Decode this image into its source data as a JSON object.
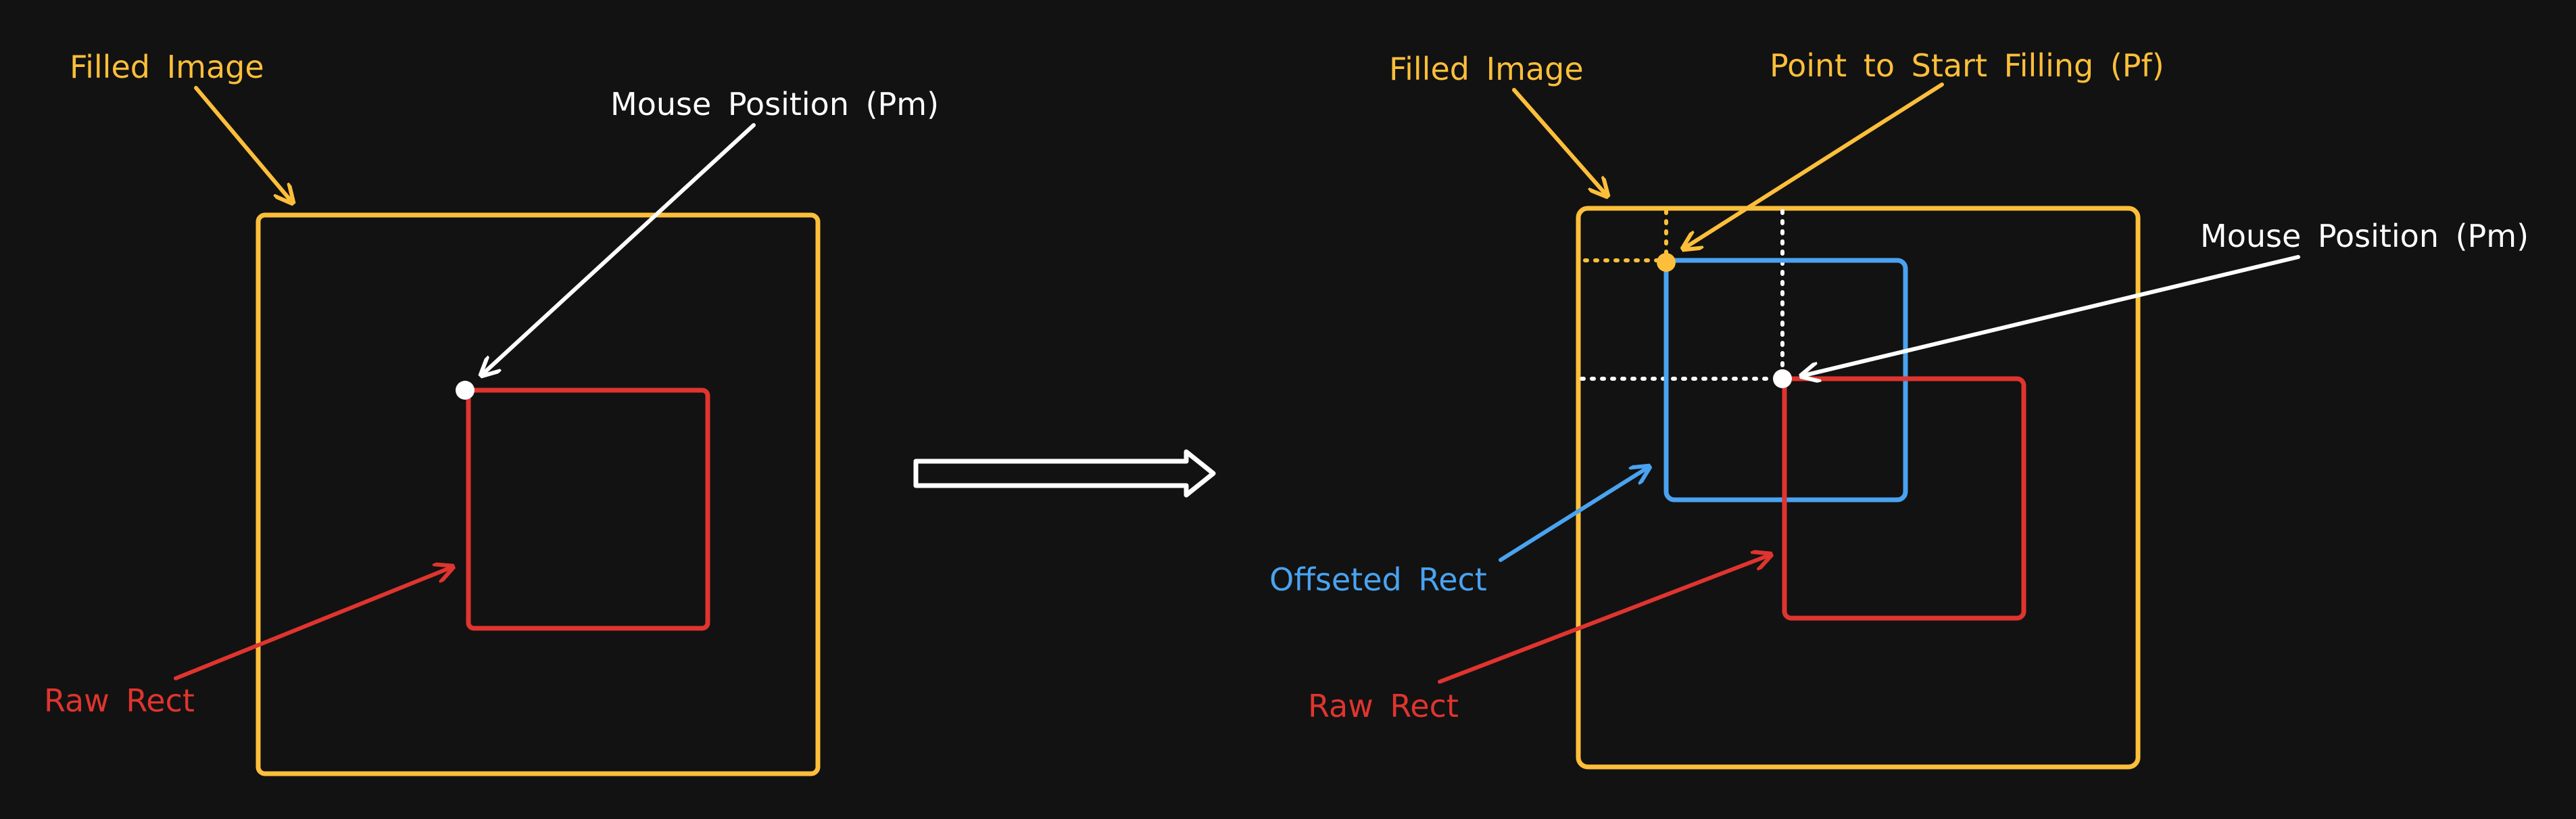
{
  "colors": {
    "background": "#121212",
    "filled_image": "#FDBF3A",
    "raw_rect": "#E0342F",
    "offseted_rect": "#4AA3F0",
    "mouse": "#FFFFFF"
  },
  "left_panel": {
    "filled_image_label": "Filled Image",
    "mouse_position_label": "Mouse Position (Pm)",
    "raw_rect_label": "Raw Rect"
  },
  "transition": {
    "icon": "double-arrow-right-icon"
  },
  "right_panel": {
    "filled_image_label": "Filled Image",
    "point_to_start_label": "Point to Start Filling (Pf)",
    "mouse_position_label": "Mouse Position (Pm)",
    "offseted_rect_label": "Offseted Rect",
    "raw_rect_label": "Raw Rect"
  }
}
